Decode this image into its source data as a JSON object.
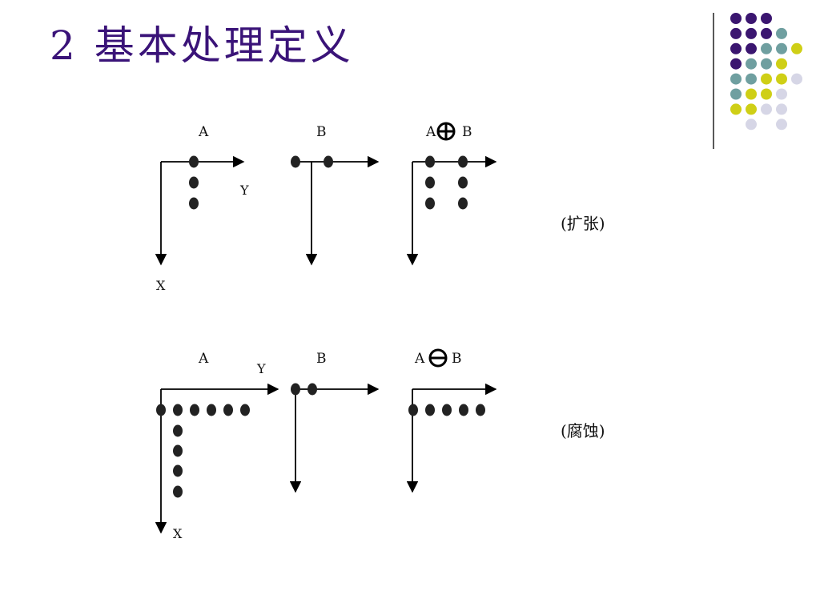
{
  "title": "2 基本处理定义",
  "dilation": {
    "label_a": "A",
    "label_b": "B",
    "label_result_a": "A",
    "label_result_b": "B",
    "axis_y": "Y",
    "axis_x": "X",
    "operator_icon": "circle-plus-icon",
    "caption": "(扩张)"
  },
  "erosion": {
    "label_a": "A",
    "label_b": "B",
    "label_result_a": "A",
    "label_result_b": "B",
    "axis_y": "Y",
    "axis_x": "X",
    "operator_icon": "circle-minus-icon",
    "caption": "(腐蚀)"
  },
  "colors": {
    "title": "#3a1378",
    "dot_purple": "#3b1670",
    "dot_teal": "#6f9fa0",
    "dot_yellow": "#cfcf16",
    "dot_lavender": "#d6d6e6",
    "ink": "#000000"
  }
}
